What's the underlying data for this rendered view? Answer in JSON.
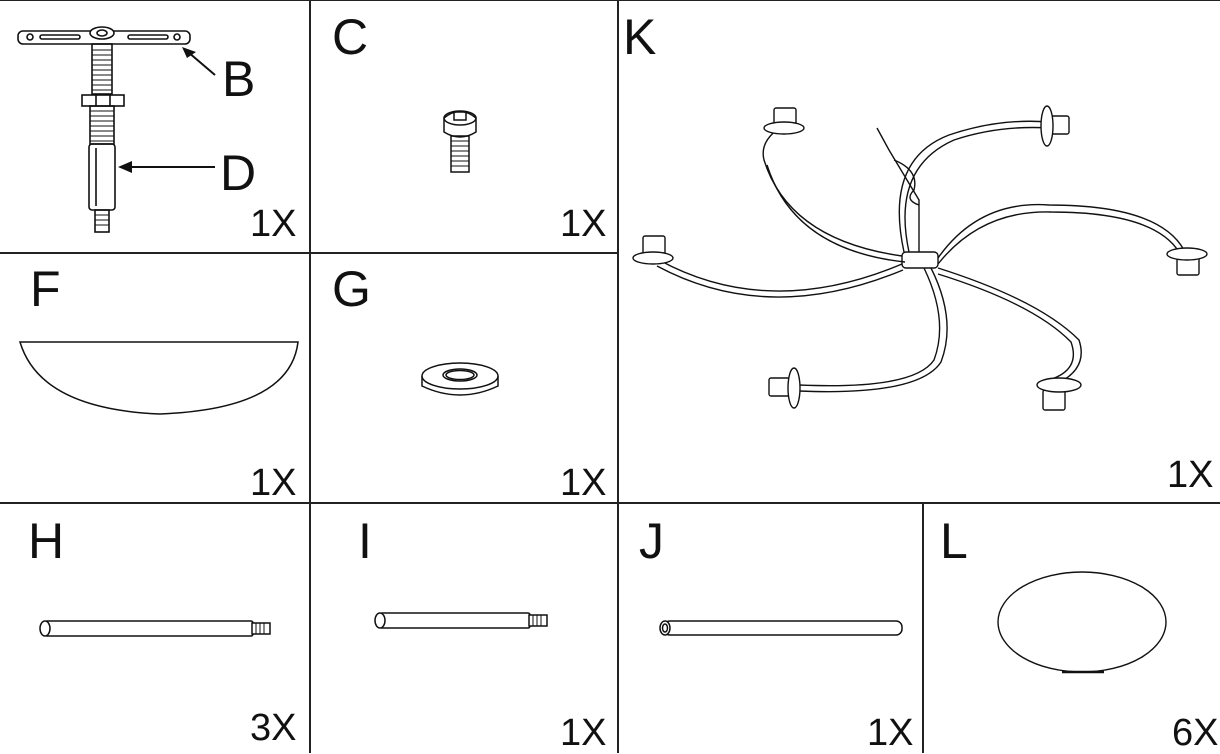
{
  "parts": [
    {
      "id": "combo",
      "letter": "",
      "qty": "1X",
      "callouts": [
        "B",
        "D"
      ]
    },
    {
      "id": "C",
      "letter": "C",
      "qty": "1X"
    },
    {
      "id": "K",
      "letter": "K",
      "qty": "1X"
    },
    {
      "id": "F",
      "letter": "F",
      "qty": "1X"
    },
    {
      "id": "G",
      "letter": "G",
      "qty": "1X"
    },
    {
      "id": "H",
      "letter": "H",
      "qty": "3X"
    },
    {
      "id": "I",
      "letter": "I",
      "qty": "1X"
    },
    {
      "id": "J",
      "letter": "J",
      "qty": "1X"
    },
    {
      "id": "L",
      "letter": "L",
      "qty": "6X"
    }
  ],
  "icons": {
    "combo": "mounting-bracket-and-nipple-icon",
    "C": "screw-icon",
    "K": "six-arm-fixture-body-icon",
    "F": "bowl-canopy-icon",
    "G": "lock-ring-icon",
    "H": "threaded-rod-icon",
    "I": "short-threaded-rod-icon",
    "J": "long-rod-icon",
    "L": "glass-globe-icon"
  }
}
